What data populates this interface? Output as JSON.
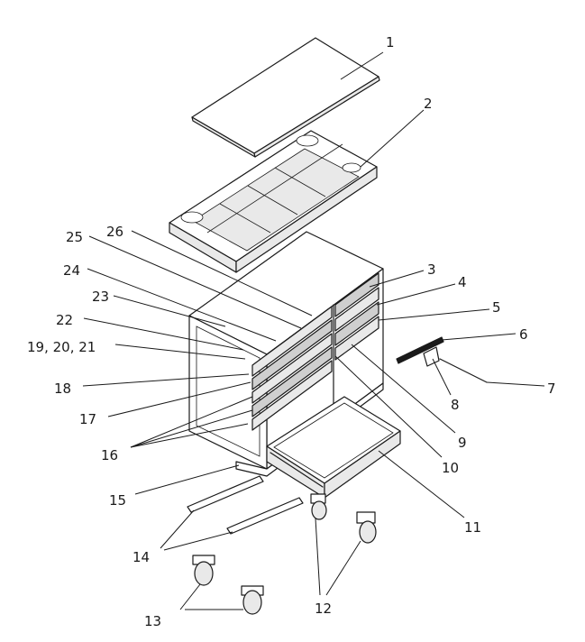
{
  "callouts": [
    {
      "id": "1",
      "text": "1"
    },
    {
      "id": "2",
      "text": "2"
    },
    {
      "id": "3",
      "text": "3"
    },
    {
      "id": "4",
      "text": "4"
    },
    {
      "id": "5",
      "text": "5"
    },
    {
      "id": "6",
      "text": "6"
    },
    {
      "id": "7",
      "text": "7"
    },
    {
      "id": "8",
      "text": "8"
    },
    {
      "id": "9",
      "text": "9"
    },
    {
      "id": "10",
      "text": "10"
    },
    {
      "id": "11",
      "text": "11"
    },
    {
      "id": "12",
      "text": "12"
    },
    {
      "id": "13",
      "text": "13"
    },
    {
      "id": "14",
      "text": "14"
    },
    {
      "id": "15",
      "text": "15"
    },
    {
      "id": "16",
      "text": "16"
    },
    {
      "id": "17",
      "text": "17"
    },
    {
      "id": "18",
      "text": "18"
    },
    {
      "id": "19-21",
      "text": "19, 20, 21"
    },
    {
      "id": "22",
      "text": "22"
    },
    {
      "id": "23",
      "text": "23"
    },
    {
      "id": "24",
      "text": "24"
    },
    {
      "id": "25",
      "text": "25"
    },
    {
      "id": "26",
      "text": "26"
    }
  ]
}
